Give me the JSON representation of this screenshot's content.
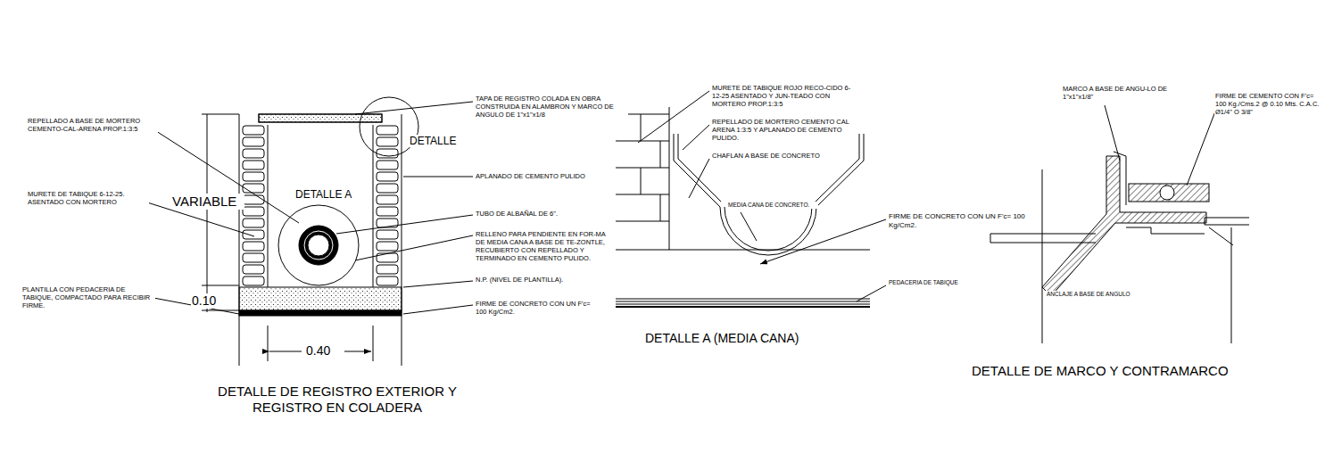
{
  "diagram": {
    "labels": [
      "TAPA DE REGISTRO COLADA EN OBRA CONSTRUIDA EN ALAMBRON Y MARCO DE ANGULO DE 1\"x1\"x1/8",
      "DETALLE",
      "REPELLADO A BASE DE MORTERO CEMENTO-CAL-ARENA PROP.1:3:5",
      "APLANADO DE CEMENTO PULIDO",
      "MURETE DE TABIQUE 6-12-25. ASENTADO CON MORTERO",
      "VARIABLE",
      "DETALLE A",
      "TUBO DE ALBAÑAL DE 6\".",
      "RELLENO PARA PENDIENTE EN FOR-MA DE MEDIA CANA A BASE DE TE-ZONTLE, RECUBIERTO CON REPELLADO Y TERMINADO EN CEMENTO PULIDO.",
      "N.P. (NIVEL DE PLANTILLA).",
      "PLANTILLA CON PEDACERIA DE TABIQUE, COMPACTADO PARA RECIBIR FIRME.",
      "0.10",
      "FIRME DE CONCRETO CON UN F'c= 100 Kg/Cm2.",
      "0.40",
      "DETALLE DE REGISTRO EXTERIOR Y REGISTRO EN COLADERA",
      "MURETE DE TABIQUE ROJO RECO-CIDO 6-12-25 ASENTADO Y JUN-TEADO CON MORTERO PROP.1:3:5",
      "REPELLADO DE MORTERO CEMENTO CAL ARENA 1:3:5 Y APLANADO DE CEMENTO PULIDO.",
      "CHAFLAN A BASE DE CONCRETO",
      "MEDIA CANA DE CONCRETO.",
      "FIRME DE CONCRETO CON UN F'c= 100 Kg/Cm2.",
      "PEDACERIA DE TABIQUE",
      "DETALLE A (MEDIA CANA)",
      "MARCO A BASE DE ANGU-LO DE 1\"x1\"x1/8\"",
      "FIRME DE CEMENTO CON F'c= 100 Kg./Cms.2 @ 0.10 Mts. C.A.C. Ø1/4\" O 3/8\"",
      "ANCLAJE A BASE DE ANGULO",
      "DETALLE DE MARCO Y CONTRAMARCO"
    ]
  }
}
